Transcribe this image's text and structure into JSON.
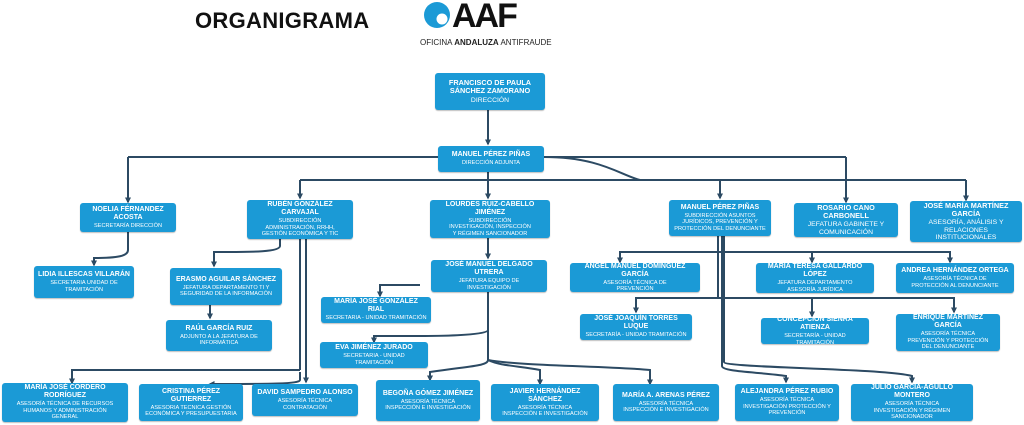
{
  "header": {
    "title": "ORGANIGRAMA",
    "logo_text": "AAF",
    "logo_sub_regular": "OFICINA ",
    "logo_sub_bold": "ANDALUZA",
    "logo_sub_tail": " ANTIFRAUDE"
  },
  "colors": {
    "box": "#1b9ad6",
    "line": "#2c4a63",
    "text": "#ffffff"
  },
  "nodes": {
    "director": {
      "name": "FRANCISCO DE PAULA\nSÁNCHEZ ZAMORANO",
      "role": "DIRECCIÓN"
    },
    "adjunta": {
      "name": "MANUEL PÉREZ PIÑAS",
      "role": "DIRECCIÓN ADJUNTA"
    },
    "noelia": {
      "name": "NOELIA FÉRNANDEZ ACOSTA",
      "role": "SECRETARÍA DIRECCIÓN"
    },
    "lidia": {
      "name": "LIDIA ILLESCAS VILLARÁN",
      "role": "SECRETARIA UNIDAD DE\nTRAMITACIÓN"
    },
    "ruben": {
      "name": "RUBÉN GONZÁLEZ CARVAJAL",
      "role": "SUBDIRECCIÓN\nADMINISTRACIÓN, RRHH,\nGESTIÓN ECONÓMICA Y TIC"
    },
    "erasmo": {
      "name": "ERASMO AGUILAR SÁNCHEZ",
      "role": "JEFATURA DEPARTAMENTO TI Y\nSEGURIDAD DE LA INFORMACIÓN"
    },
    "raul": {
      "name": "RAÚL GARCÍA RUIZ",
      "role": "ADJUNTO A LA JEFATURA DE\nINFORMÁTICA"
    },
    "mjcordero": {
      "name": "MARÍA JOSÉ CORDERO RODRÍGUEZ",
      "role": "ASESORÍA TÉCNICA DE RECURSOS\nHUMANOS Y ADMINISTRACIÓN\nGENERAL"
    },
    "cristina": {
      "name": "CRISTINA PÉREZ GUTIERREZ",
      "role": "ASESORIA TECNICA GESTIÓN\nECONÓMICA Y PRESUPUESTARIA"
    },
    "david": {
      "name": "DAVID SAMPEDRO ALONSO",
      "role": "ASESORÍA TÉCNICA CONTRATACIÓN"
    },
    "lourdes": {
      "name": "LOURDES RUIZ-CABELLO JIMÉNEZ",
      "role": "SUBDIRECCIÓN\nINVESTIGACIÓN, INSPECCIÓN\nY RÉGIMEN SANCIONADOR"
    },
    "jmdelgado": {
      "name": "JOSÉ MANUEL DELGADO UTRERA",
      "role": "JEFATURA EQUIPO DE\nINVESTIGACIÓN"
    },
    "mjrial": {
      "name": "MARÍA JOSÉ GONZÁLEZ RIAL",
      "role": "SECRETARIA - UNIDAD TRAMITACIÓN"
    },
    "eva": {
      "name": "EVA JIMÉNEZ JURADO",
      "role": "SECRETARIA - UNIDAD TRAMITACIÓN"
    },
    "begona": {
      "name": "BEGOÑA GÓMEZ JIMÉNEZ",
      "role": "ASESORÍA TÉCNICA\nINSPECCIÓN E INVESTIGACIÓN"
    },
    "javier": {
      "name": "JAVIER HERNÁNDEZ SÁNCHEZ",
      "role": "ASESORÍA TÉCNICA\nINSPECCIÓN E INVESTIGACIÓN"
    },
    "arenas": {
      "name": "MARÍA A. ARENAS PÉREZ",
      "role": "ASESORÍA TÉCNICA\nINSPECCIÓN E INVESTIGACIÓN"
    },
    "manuel2": {
      "name": "MANUEL PÉREZ PIÑAS",
      "role": "SUBDIRECCIÓN ASUNTOS\nJURÍDICOS, PREVENCIÓN Y\nPROTECCIÓN DEL DENUNCIANTE"
    },
    "angel": {
      "name": "ÁNGEL MANUEL DOMÍNGUEZ GARCÍA",
      "role": "ASESORÍA TÉCNICA DE\nPREVENCIÓN"
    },
    "mteresa": {
      "name": "MARÍA TERESA GALLARDO LÓPEZ",
      "role": "JEFATURA DEPARTAMENTO\nASESORÍA JURÍDICA"
    },
    "andrea": {
      "name": "ANDREA HERNÁNDEZ ORTEGA",
      "role": "ASESORÍA TÉCNICA DE\nPROTECCIÓN AL DENUNCIANTE"
    },
    "joseq": {
      "name": "JOSÉ JOAQUÍN TORRES LUQUE",
      "role": "SECRETARÍA - UNIDAD TRAMITACIÓN"
    },
    "concepcion": {
      "name": "CONCEPCIÓN SIENRA ATIENZA",
      "role": "SECRETARÍA - UNIDAD TRAMITACIÓN"
    },
    "enrique": {
      "name": "ENRIQUE MARTÍNEZ GARCÍA",
      "role": "ASESORÍA TÉCNICA\nPREVENCIÓN Y PROTECCIÓN\nDEL DENUNCIANTE"
    },
    "alejandra": {
      "name": "ALEJANDRA PÉREZ RUBIO",
      "role": "ASESORÍA TÉCNICA\nINVESTIGACIÓN PROTECCIÓN Y\nPREVENCIÓN"
    },
    "julio": {
      "name": "JULIO GARCÍA-AGULLÓ MONTERO",
      "role": "ASESORÍA TÉCNICA\nINVESTIGACIÓN Y RÉGIMEN\nSANCIONADOR"
    },
    "rosario": {
      "name": "ROSARIO CANO CARBONELL",
      "role": "JEFATURA GABINETE Y\nCOMUNICACIÓN"
    },
    "jmmartinez": {
      "name": "JOSÉ MARÍA MARTÍNEZ GARCÍA",
      "role": "ASESORÍA, ANÁLISIS Y\nRELACIONES\nINSTITUCIONALES"
    }
  }
}
